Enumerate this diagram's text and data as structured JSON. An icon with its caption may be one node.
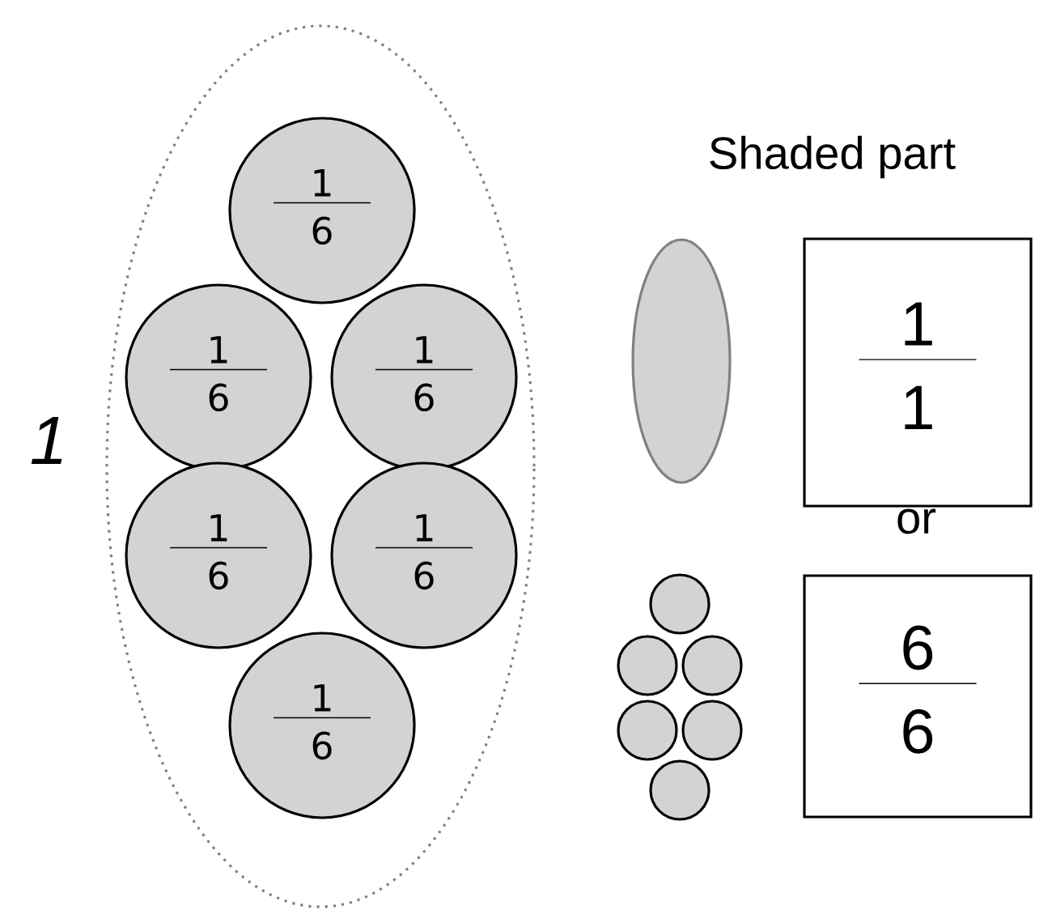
{
  "diagram": {
    "nodes": [
      {
        "text": [],
        "shape": "ellipse",
        "beside": [
          "1"
        ]
      },
      {
        "text": [
          "1",
          "6"
        ],
        "in": 0
      },
      {
        "text": [
          "1",
          "6"
        ],
        "in": 0
      },
      {
        "text": [
          "1",
          "6"
        ],
        "in": 0
      },
      {
        "text": [
          "1",
          "6"
        ],
        "in": 0
      },
      {
        "text": [
          "1",
          "6"
        ],
        "in": 0
      },
      {
        "text": [
          "1",
          "6"
        ],
        "in": 0
      },
      {
        "text": [],
        "shape": "ellipse"
      },
      {
        "text": [
          "1",
          "1"
        ]
      },
      {
        "text": [],
        "shape": "picture"
      },
      {
        "text": [
          "6",
          "6"
        ]
      }
    ],
    "labels": [
      "Shaded part",
      "or"
    ]
  }
}
